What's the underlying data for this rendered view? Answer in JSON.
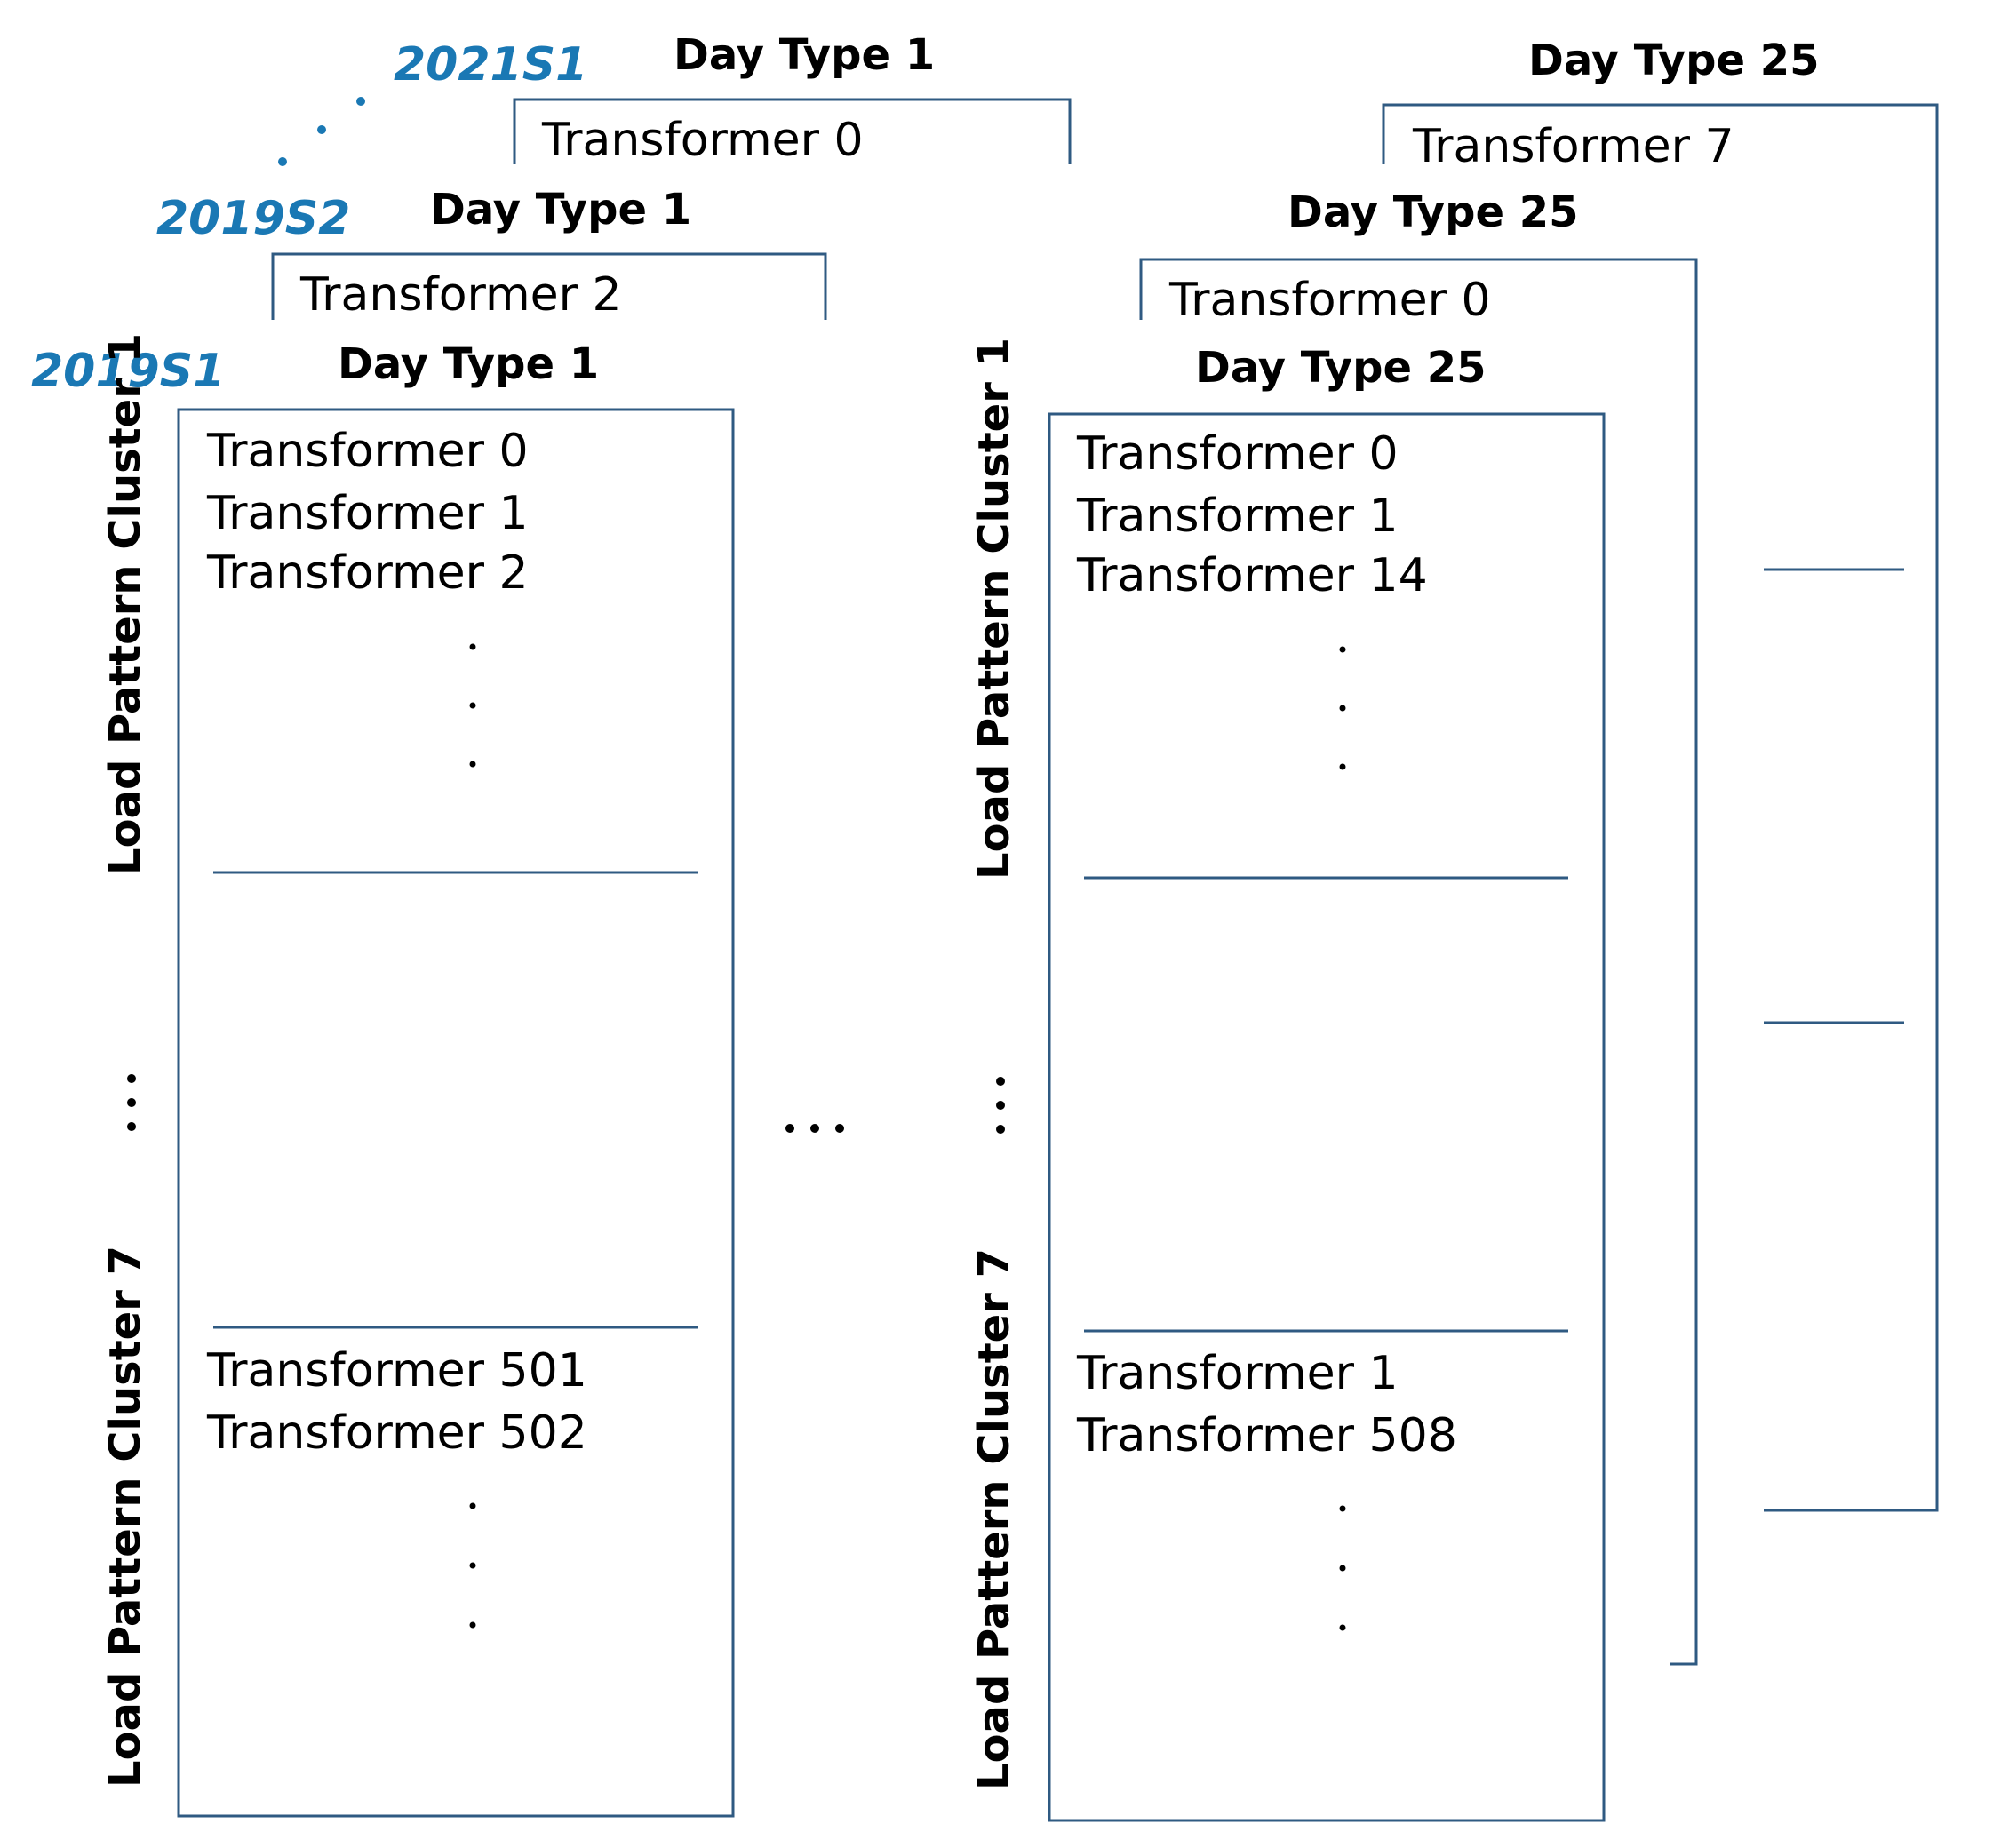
{
  "colors": {
    "season_label": "#1a78b4",
    "frame_stroke": "#2f5a82",
    "text": "#000000"
  },
  "seasons": {
    "s1": "2019S1",
    "s2": "2019S2",
    "s3": "2021S1"
  },
  "day_types": {
    "first": "Day Type 1",
    "last": "Day Type 25"
  },
  "panels": {
    "s3_dt1_transformer": "Transformer 0",
    "s3_dt25_transformer": "Transformer 7",
    "s2_dt1_transformer": "Transformer 2",
    "s2_dt25_transformer": "Transformer 0",
    "s1_dt1": {
      "cluster1_label": "Load Pattern Cluster 1",
      "cluster7_label": "Load Pattern Cluster 7",
      "cluster1_items": [
        "Transformer 0",
        "Transformer 1",
        "Transformer 2"
      ],
      "cluster7_items": [
        "Transformer 501",
        "Transformer 502"
      ]
    },
    "s1_dt25": {
      "cluster1_label": "Load Pattern Cluster 1",
      "cluster7_label": "Load Pattern Cluster 7",
      "cluster1_items": [
        "Transformer 0",
        "Transformer 1",
        "Transformer 14"
      ],
      "cluster7_items": [
        "Transformer 1",
        "Transformer 508"
      ]
    }
  },
  "ellipsis": {
    "horizontal": "...",
    "vertical": "..."
  }
}
